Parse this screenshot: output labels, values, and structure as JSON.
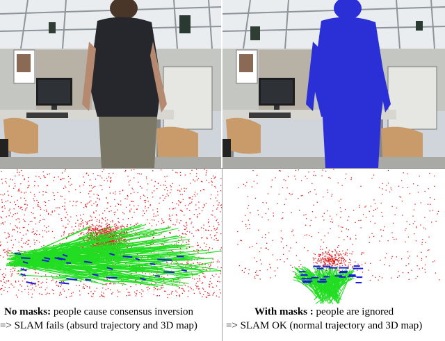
{
  "colors": {
    "mask": "#2b2fd6",
    "map_points": "#e01a1a",
    "trajectory": "#22dd22",
    "keyframes": "#1a1ad8"
  },
  "captions": {
    "left_bold": "No masks:",
    "left_rest": " people cause consensus inversion",
    "left_line2": "=> SLAM fails (absurd trajectory and 3D map)",
    "right_bold": "With masks :",
    "right_rest": " people are ignored",
    "right_line2": "=> SLAM OK (normal trajectory and 3D map)"
  }
}
